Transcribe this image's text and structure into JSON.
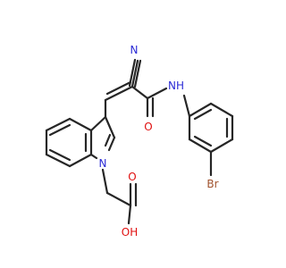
{
  "molecule": {
    "atoms": {
      "nitrile_n": {
        "text": "N",
        "color": "#2b2bd6"
      },
      "amide_nh": {
        "text": "NH",
        "color": "#2b2bd6"
      },
      "amide_o": {
        "text": "O",
        "color": "#e01010"
      },
      "indole_n": {
        "text": "N",
        "color": "#2b2bd6"
      },
      "acid_o": {
        "text": "O",
        "color": "#e01010"
      },
      "acid_oh": {
        "text": "OH",
        "color": "#e01010"
      },
      "bromine": {
        "text": "Br",
        "color": "#a0522d"
      }
    },
    "bond_color": "#262626"
  }
}
